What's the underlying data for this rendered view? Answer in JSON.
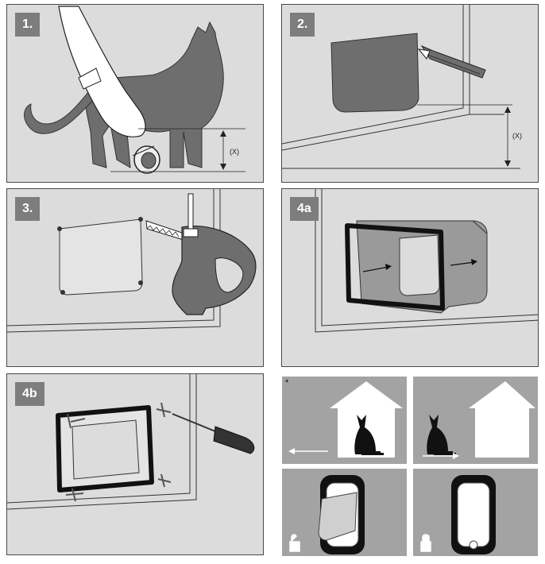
{
  "steps": {
    "step1": {
      "label": "1.",
      "measure": "(X)"
    },
    "step2": {
      "label": "2.",
      "measure": "(X)"
    },
    "step3": {
      "label": "3."
    },
    "step4a": {
      "label": "4a"
    },
    "step4b": {
      "label": "4b"
    }
  },
  "modes": {
    "footnote": "*"
  },
  "colors": {
    "panel": "#dcdcdc",
    "mode_panel": "#a3a3a3",
    "badge": "#7d7d7d",
    "cat": "#6e6e6e"
  }
}
